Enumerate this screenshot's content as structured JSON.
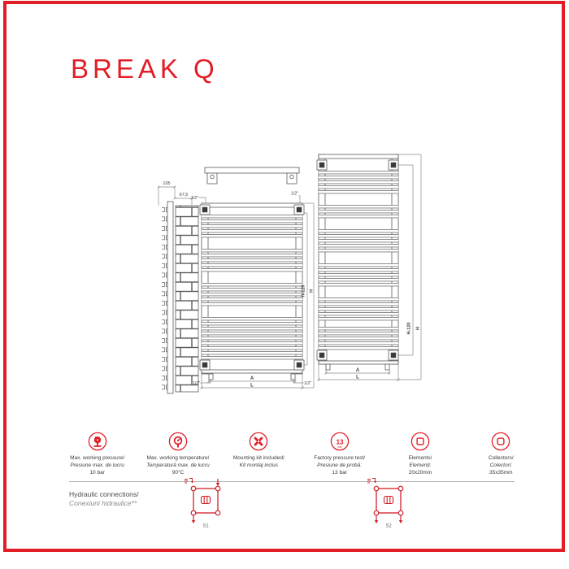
{
  "page": {
    "title": "BREAK Q"
  },
  "colors": {
    "accent": "#e11e26",
    "line": "#5a5a5a",
    "text": "#3b3b3b"
  },
  "drawing": {
    "side_view": {
      "depth": "105",
      "offset": "67,5"
    },
    "labels": {
      "half_inch": "1/2\"",
      "a": "A",
      "l": "L",
      "h120": "H-120",
      "h": "H"
    }
  },
  "specs": [
    {
      "icon": "pressure-gauge-icon",
      "line1": "Max. working pressure/",
      "line2": "Presiune max. de lucru",
      "line3": "10 bar"
    },
    {
      "icon": "temperature-gauge-icon",
      "line1": "Max. working temperature/",
      "line2": "Temperatură max. de lucru",
      "line3": "90°C"
    },
    {
      "icon": "mounting-tools-icon",
      "line1": "Mounting kit included/",
      "line2": "Kit montaj inclus",
      "line3": ""
    },
    {
      "icon": "pressure-test-icon",
      "icon_value": "13",
      "icon_unit": "bar",
      "line1": "Factory pressure test/",
      "line2": "Presiune de probă:",
      "line3": "13 bar"
    },
    {
      "icon": "element-profile-icon",
      "line1": "Elements/",
      "line2": "Elemenți:",
      "line3": "20x20mm"
    },
    {
      "icon": "collector-profile-icon",
      "line1": "Collectors/",
      "line2": "Colectori:",
      "line3": "35x35mm"
    }
  ],
  "hydraulic": {
    "label_line1": "Hydraulic connections/",
    "label_line2": "Conexiuni hidraulice**",
    "diagrams": [
      {
        "label": "S1"
      },
      {
        "label": "S2"
      }
    ]
  }
}
